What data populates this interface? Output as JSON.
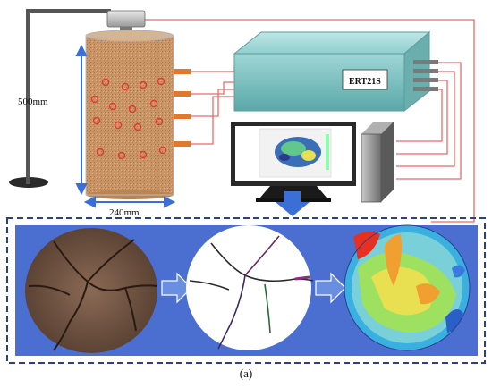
{
  "labels": {
    "height_dimension": "500mm",
    "diameter_dimension": "240mm",
    "device_name": "ERT21S",
    "caption": "(a)"
  },
  "colors": {
    "wire": "#e86a6a",
    "panel_background": "#4a6fd1",
    "panel_border": "#2a3f8f",
    "dimension_arrow": "#3a6fd8",
    "electrode": "#e07a2a",
    "device_body": "#8fcfcf"
  },
  "icons": {
    "flow_arrow": "down-arrow-icon",
    "stage_arrows": "right-arrow-icon"
  }
}
